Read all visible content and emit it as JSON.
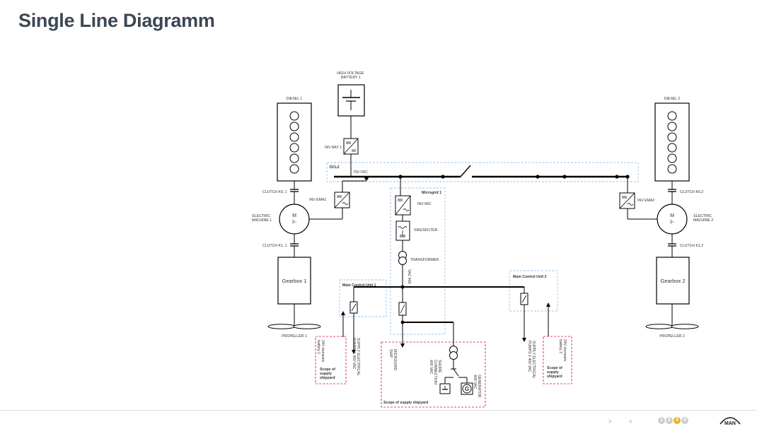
{
  "page": {
    "title": "Single Line Diagramm"
  },
  "diagram": {
    "hv_battery": "HIGH VOLTAGE\nBATTERY 1",
    "inv_bat": "INV BAT 1",
    "dcl2": "DCL2",
    "vdc": "750 VDC",
    "microgrid": "Microgrid 1",
    "inv_mic": "INV MIC",
    "sinusfilter": "SINUSFILTER",
    "transformer": "TRANSFORMER",
    "vac_label": "VAC 400",
    "diesel1": "DIESEL 1",
    "diesel2": "DIESEL 2",
    "clutch_k01": "CLUTCH K0, 1",
    "clutch_k02": "CLUTCH K0,2",
    "clutch_k11": "CLUTCH K1, 1",
    "clutch_k12": "CLUTCH K1,2",
    "inv_ema1": "INV EMA1",
    "inv_ema2": "INV EMA2",
    "em1": "ELECTRIC\nMACHINE 1",
    "em2": "ELECTRIC\nMACHINE 2",
    "motor_m": "M",
    "motor_3": "3~",
    "gearbox1": "Gearbox 1",
    "gearbox2": "Gearbox 2",
    "propeller1": "PROPELLER 1",
    "propeller2": "PROPELLER 2",
    "mcu1": "Main Control Unit 1",
    "mcu2": "Main Control Unit 2",
    "supply_pumps1": "SUPPLY ELECTRICAL\nPUMPS 1 400 VAC",
    "supply_pumps2": "SUPPLY ELECTRICAL\nPUMPS 2 400 VAC",
    "battery24_1": "24V domestic\nbattery 1",
    "battery24_2": "24V domestic\nbattery 2",
    "scope_supply": "Scope of\nsupply\nshipyard",
    "microgrid_ship": "MICROGRID\nSHIP",
    "shore_connection": "SHORE\nCONNECTION\n400 VAC",
    "generator": "GENERATOR\n400 VAC",
    "gen_symbol": "G",
    "scope_supply_bottom": "Scope of supply shipyard"
  },
  "footer": {
    "nav_next": ">",
    "nav_prev": "<",
    "pages": [
      "1",
      "2",
      "3",
      "4"
    ],
    "active_page": "3",
    "logo": "MAN"
  },
  "colors": {
    "title": "#3b4754",
    "blue_dashed": "#9ec3e6",
    "pink_dashed": "#e0457b",
    "active_page": "#e8b323"
  }
}
